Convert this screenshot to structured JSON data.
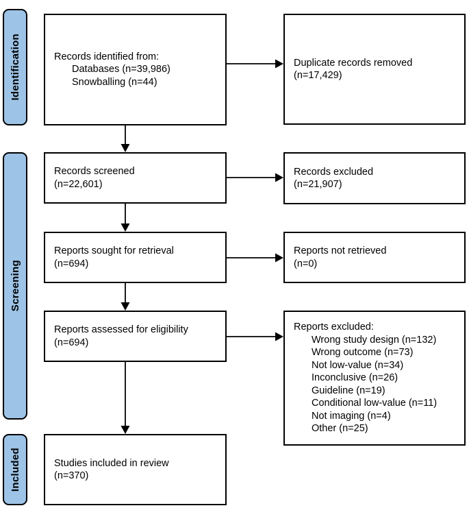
{
  "sidebar": {
    "identification_label": "Identification",
    "screening_label": "Screening",
    "included_label": "Included"
  },
  "boxes": {
    "records_identified": {
      "title": "Records identified from:",
      "items": [
        "Databases (n=39,986)",
        "Snowballing (n=44)"
      ]
    },
    "duplicates_removed": {
      "line1": "Duplicate records removed",
      "line2": "(n=17,429)"
    },
    "records_screened": {
      "line1": "Records screened",
      "line2": "(n=22,601)"
    },
    "records_excluded": {
      "line1": "Records excluded",
      "line2": "(n=21,907)"
    },
    "reports_sought": {
      "line1": "Reports sought for retrieval",
      "line2": "(n=694)"
    },
    "reports_not_retrieved": {
      "line1": "Reports not retrieved",
      "line2": "(n=0)"
    },
    "reports_assessed": {
      "line1": "Reports assessed for eligibility",
      "line2": "(n=694)"
    },
    "reports_excluded": {
      "title": "Reports excluded:",
      "items": [
        "Wrong study design (n=132)",
        "Wrong outcome (n=73)",
        "Not low-value (n=34)",
        "Inconclusive (n=26)",
        "Guideline (n=19)",
        "Conditional low-value (n=11)",
        "Not imaging (n=4)",
        "Other (n=25)"
      ]
    },
    "studies_included": {
      "line1": "Studies included in review",
      "line2": "(n=370)"
    }
  },
  "colors": {
    "stage_fill": "#9DC3E6",
    "box_fill": "#FFFFFF",
    "border": "#000000",
    "text": "#000000"
  }
}
